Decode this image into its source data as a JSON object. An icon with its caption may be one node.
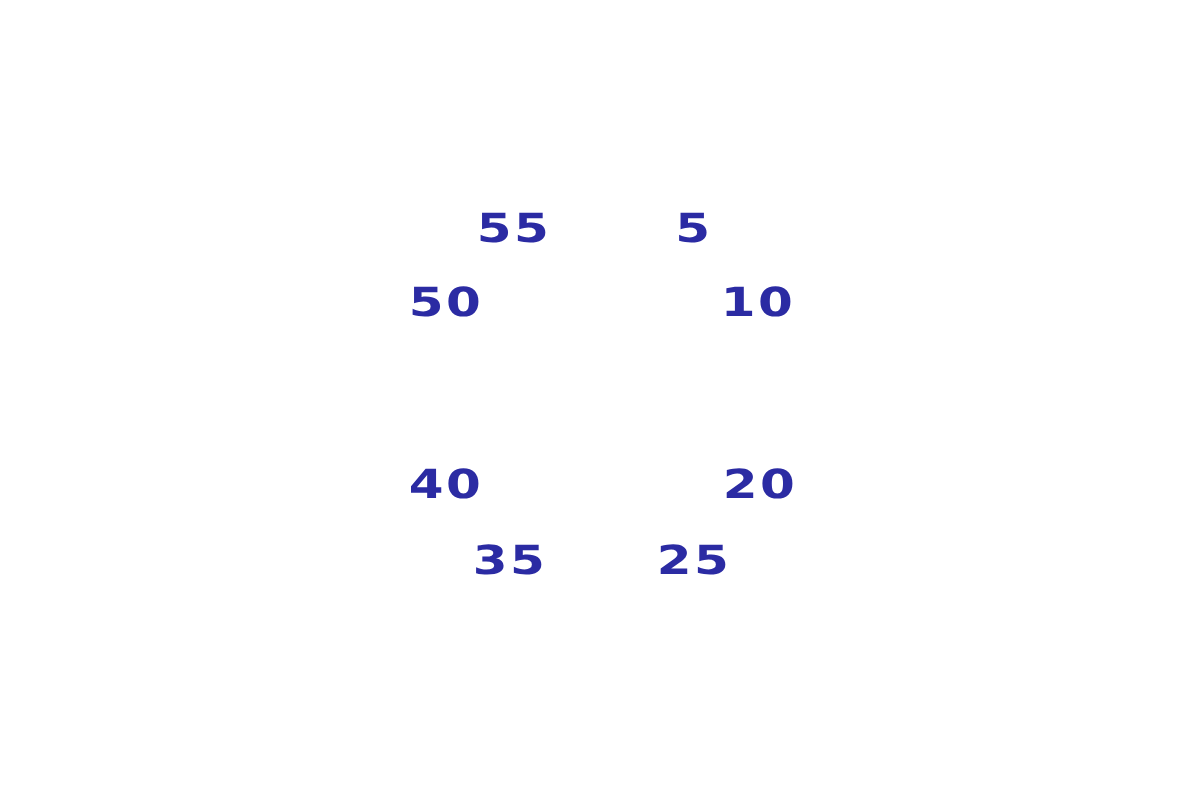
{
  "diagram": {
    "labels": [
      "55",
      "5",
      "50",
      "10",
      "40",
      "20",
      "35",
      "25"
    ]
  }
}
